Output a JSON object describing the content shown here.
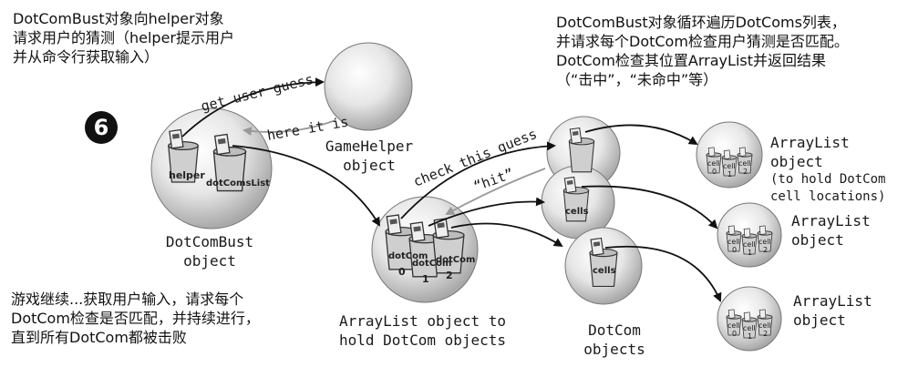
{
  "step_number": "6",
  "notes": {
    "top_left": [
      "DotComBust对象向helper对象",
      "请求用户的猜测（helper提示用户",
      "并从命令行获取输入）"
    ],
    "top_right": [
      "DotComBust对象循环遍历DotComs列表，",
      "并请求每个DotCom检查用户猜测是否匹配。",
      "DotCom检查其位置ArrayList并返回结果",
      "（“击中”，“未命中”等）"
    ],
    "bottom_left": [
      "游戏继续...获取用户输入，请求每个",
      "DotCom检查是否匹配，并持续进行，",
      "直到所有DotCom都被击败"
    ]
  },
  "objects": {
    "game_helper": [
      "GameHelper",
      "object"
    ],
    "dotcombust": [
      "DotComBust",
      "object"
    ],
    "arraylist_main": [
      "ArrayList object to",
      "hold DotCom objects"
    ],
    "dotcom_objects": [
      "DotCom",
      "objects"
    ],
    "arraylist_1": [
      "ArrayList object",
      "(to hold DotCom",
      "cell locations)"
    ],
    "arraylist_2": [
      "ArrayList",
      "object"
    ],
    "arraylist_3": [
      "ArrayList",
      "object"
    ]
  },
  "arrows": {
    "get_user_guess": "get user guess",
    "here_it_is": "here it is",
    "check_this_guess": "check this guess",
    "hit": "“hit”"
  },
  "cups": {
    "helper": "helper",
    "dotcomslist": "dotComsList",
    "dotcom": "dotCom",
    "cells": "cells",
    "cell": "cell",
    "idx": [
      "0",
      "1",
      "2"
    ]
  }
}
